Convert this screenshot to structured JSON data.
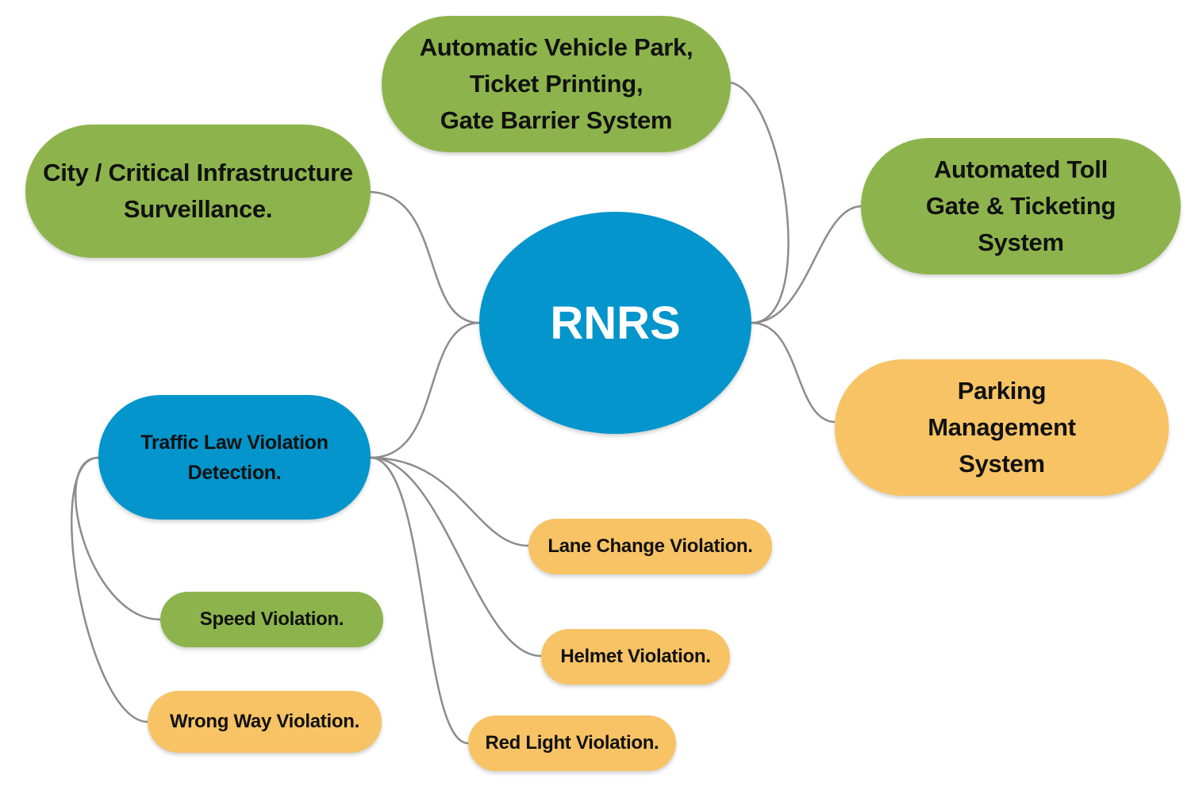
{
  "diagram": {
    "central_node": {
      "label": "RNRS",
      "color": "#0395cc"
    },
    "branches": [
      {
        "id": "parking-gate",
        "label": "Automatic Vehicle Park,\nTicket Printing,\nGate Barrier System",
        "color": "#8db44c"
      },
      {
        "id": "city-surveillance",
        "label": "City / Critical Infrastructure\nSurveillance.",
        "color": "#8db44c"
      },
      {
        "id": "toll-gate",
        "label": "Automated Toll\nGate & Ticketing\nSystem",
        "color": "#8db44c"
      },
      {
        "id": "parking-management",
        "label": "Parking\nManagement\nSystem",
        "color": "#f7c365"
      },
      {
        "id": "traffic-violation",
        "label": "Traffic Law Violation\nDetection.",
        "color": "#0395cc"
      }
    ],
    "violation_types": [
      {
        "id": "lane-change",
        "label": "Lane Change Violation.",
        "color": "#f7c365"
      },
      {
        "id": "helmet",
        "label": "Helmet Violation.",
        "color": "#f7c365"
      },
      {
        "id": "speed",
        "label": "Speed Violation.",
        "color": "#8db44c"
      },
      {
        "id": "wrong-way",
        "label": "Wrong Way Violation.",
        "color": "#f7c365"
      },
      {
        "id": "red-light",
        "label": "Red Light Violation.",
        "color": "#f7c365"
      }
    ],
    "connector_color": "#8c8c8c"
  }
}
